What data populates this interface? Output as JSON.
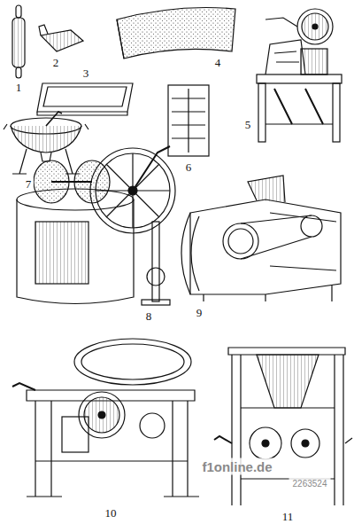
{
  "diagram": {
    "labels": [
      "1",
      "2",
      "3",
      "4",
      "5",
      "6",
      "7",
      "8",
      "9",
      "10",
      "11",
      "f1online.de",
      "2263524"
    ]
  }
}
